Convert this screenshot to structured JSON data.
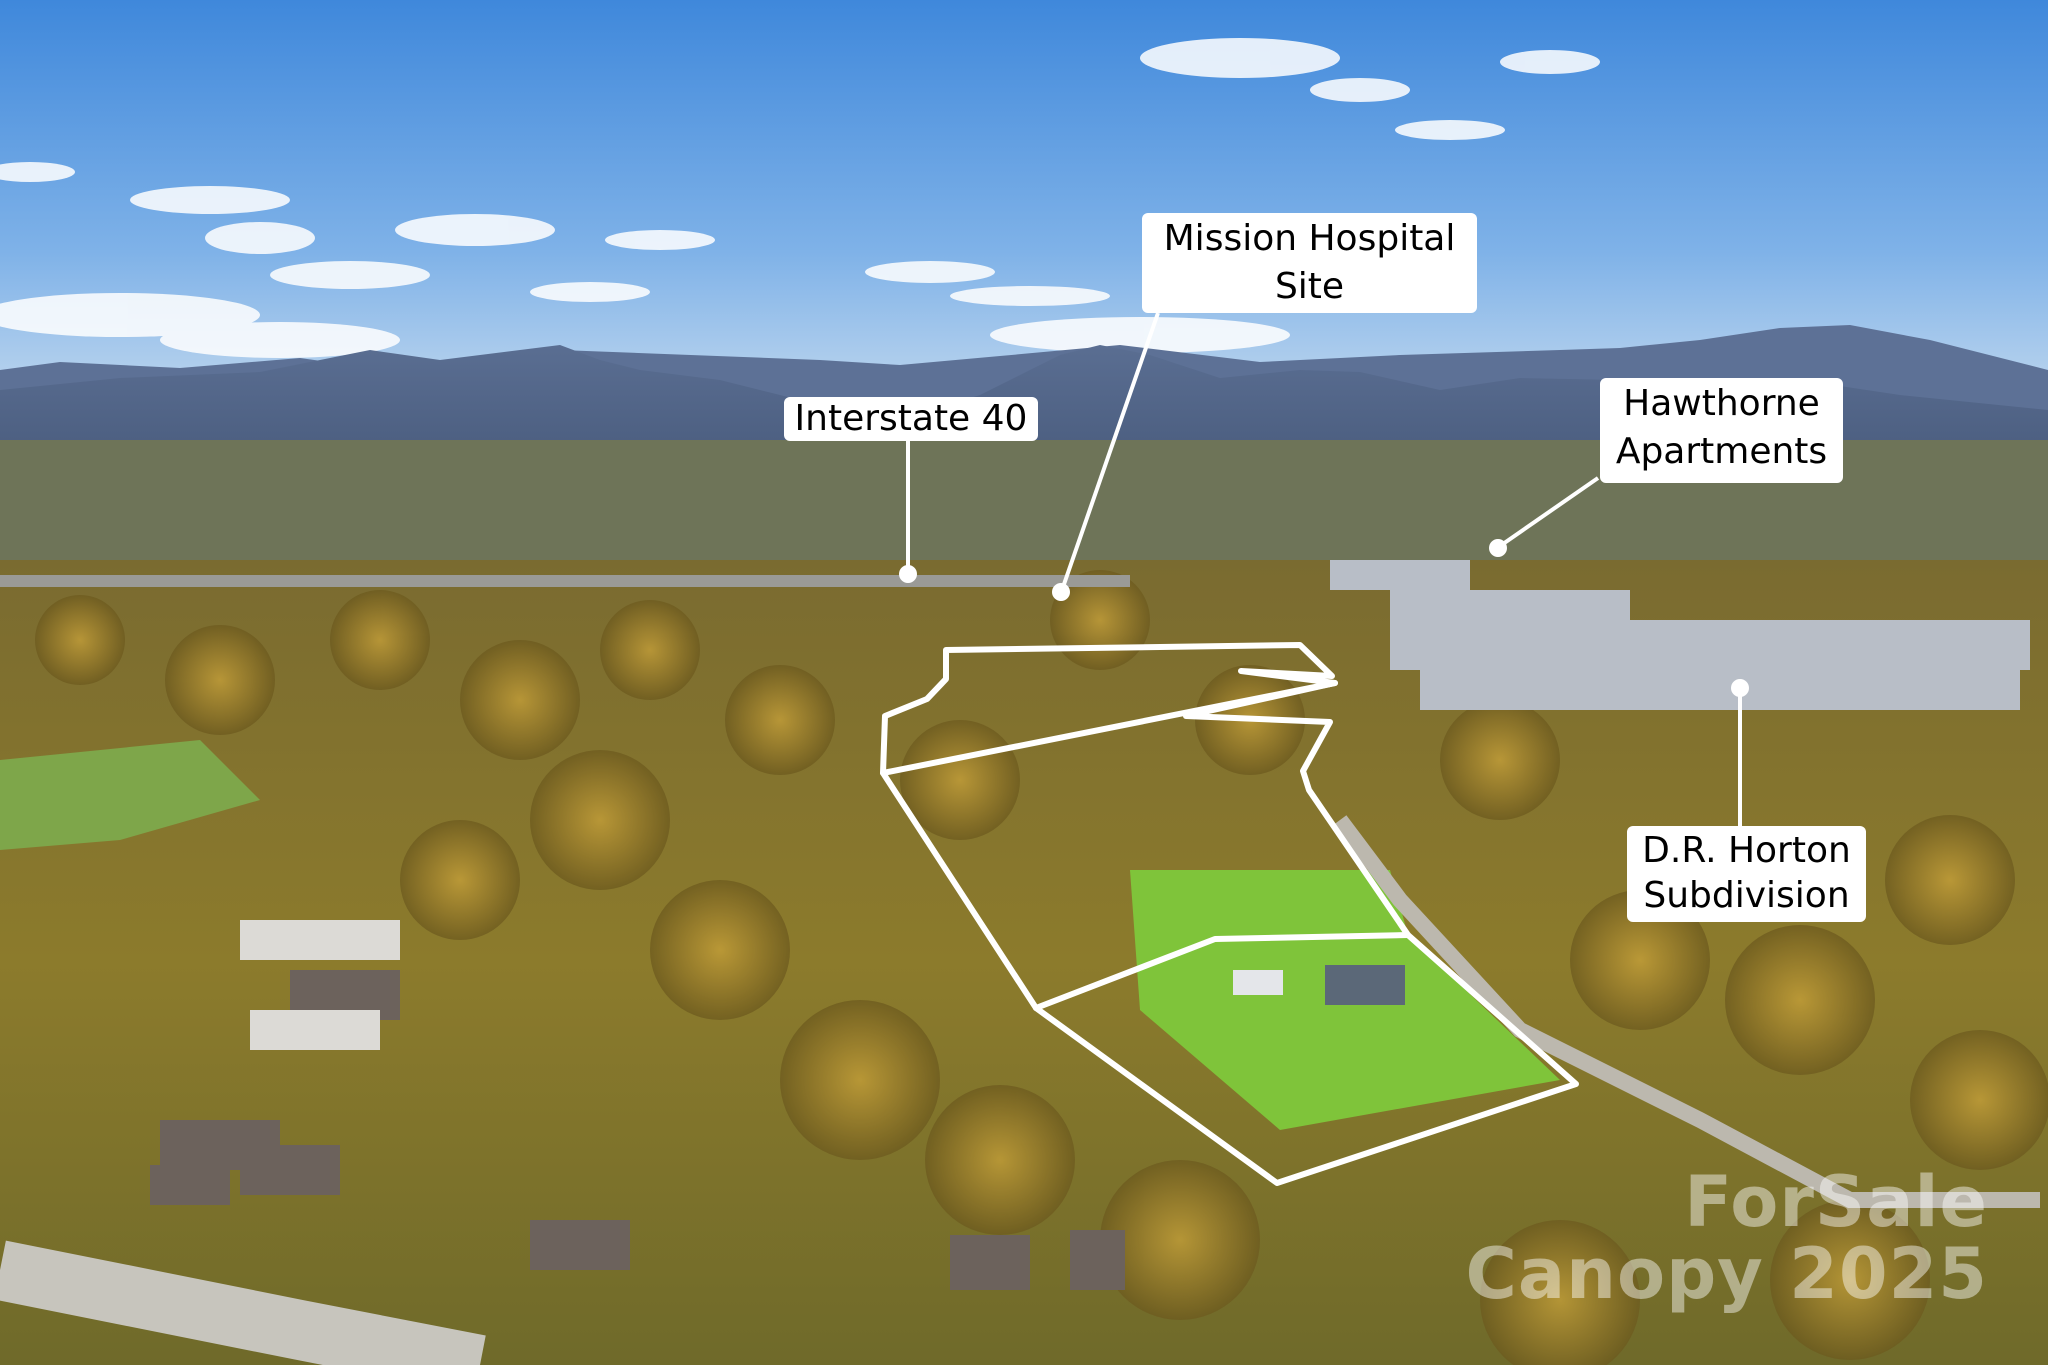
{
  "photo": {
    "description": "Aerial drone photo of wooded land parcel with mountains in background, autumn foliage",
    "colors": {
      "sky_top": "#4a8fdc",
      "sky_bottom": "#b9d4ee",
      "mountains": "#4f6485",
      "foliage": "#8a7a2e",
      "field": "#7fc43a",
      "parcel_outline": "#ffffff"
    }
  },
  "annotations": [
    {
      "id": "mission-hospital",
      "lines": [
        "Mission Hospital",
        "Site"
      ]
    },
    {
      "id": "interstate-40",
      "lines": [
        "Interstate 40"
      ]
    },
    {
      "id": "hawthorne",
      "lines": [
        "Hawthorne",
        "Apartments"
      ]
    },
    {
      "id": "dr-horton",
      "lines": [
        "D.R. Horton",
        "Subdivision"
      ]
    }
  ],
  "watermark": {
    "line1": "ForSale",
    "line2": "Canopy 2025"
  }
}
